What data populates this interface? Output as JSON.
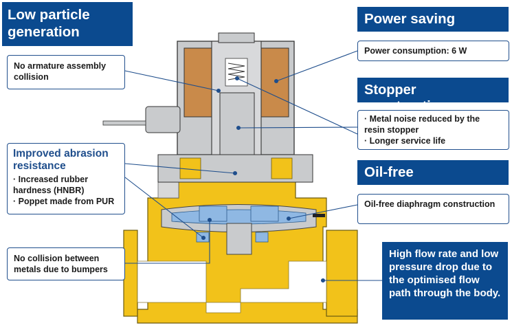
{
  "headers": {
    "low_particle": "Low particle generation",
    "power_saving": "Power saving",
    "stopper": "Stopper construction",
    "oil_free": "Oil-free"
  },
  "callouts": {
    "armature": "No armature assembly collision",
    "power": "Power consumption: 6 W",
    "stopper_items": [
      "· Metal noise reduced by the resin stopper",
      "· Longer service life"
    ],
    "abrasion_title": "Improved abrasion resistance",
    "abrasion_items": [
      "· Increased rubber hardness (HNBR)",
      "· Poppet made from PUR"
    ],
    "diaphragm": "Oil-free diaphragm construction",
    "bumpers": "No collision between metals due to bumpers"
  },
  "flow_note": "High flow rate and low pressure drop due to the optimised flow path through the body.",
  "colors": {
    "brand_blue": "#0b4a8f",
    "body_yellow": "#f2c21a",
    "coil_brown": "#c98a4a",
    "metal_grey": "#c9cbcd",
    "diaphragm_blue": "#8fb8e3"
  }
}
